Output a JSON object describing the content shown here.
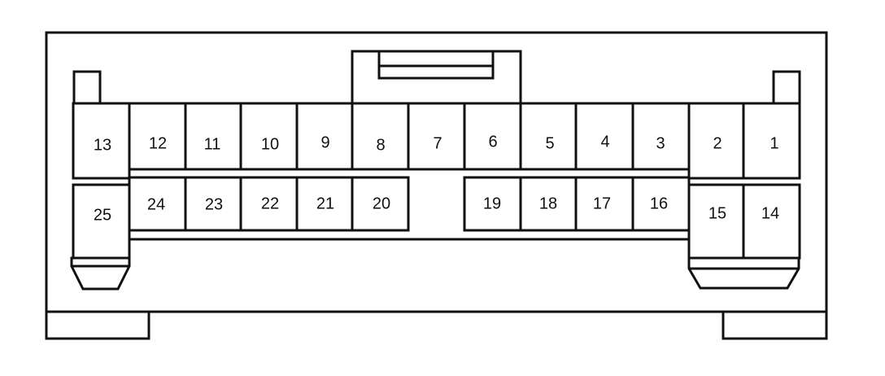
{
  "connector": {
    "colors": {
      "stroke": "#111111",
      "background": "#ffffff"
    },
    "pins": [
      {
        "id": "pin-1",
        "label": "1"
      },
      {
        "id": "pin-2",
        "label": "2"
      },
      {
        "id": "pin-3",
        "label": "3"
      },
      {
        "id": "pin-4",
        "label": "4"
      },
      {
        "id": "pin-5",
        "label": "5"
      },
      {
        "id": "pin-6",
        "label": "6"
      },
      {
        "id": "pin-7",
        "label": "7"
      },
      {
        "id": "pin-8",
        "label": "8"
      },
      {
        "id": "pin-9",
        "label": "9"
      },
      {
        "id": "pin-10",
        "label": "10"
      },
      {
        "id": "pin-11",
        "label": "11"
      },
      {
        "id": "pin-12",
        "label": "12"
      },
      {
        "id": "pin-13",
        "label": "13"
      },
      {
        "id": "pin-14",
        "label": "14"
      },
      {
        "id": "pin-15",
        "label": "15"
      },
      {
        "id": "pin-16",
        "label": "16"
      },
      {
        "id": "pin-17",
        "label": "17"
      },
      {
        "id": "pin-18",
        "label": "18"
      },
      {
        "id": "pin-19",
        "label": "19"
      },
      {
        "id": "pin-20",
        "label": "20"
      },
      {
        "id": "pin-21",
        "label": "21"
      },
      {
        "id": "pin-22",
        "label": "22"
      },
      {
        "id": "pin-23",
        "label": "23"
      },
      {
        "id": "pin-24",
        "label": "24"
      },
      {
        "id": "pin-25",
        "label": "25"
      }
    ]
  }
}
